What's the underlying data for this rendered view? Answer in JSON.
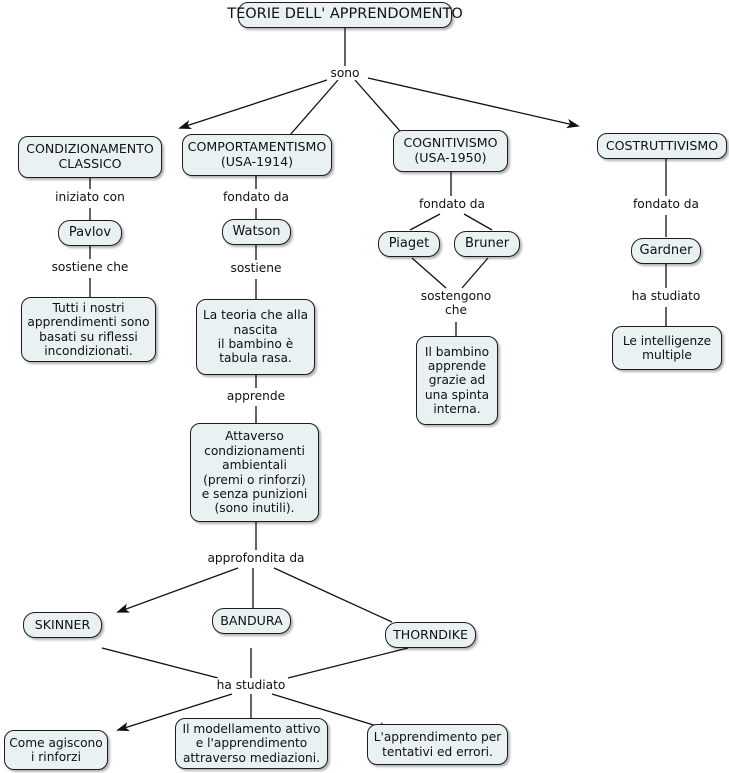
{
  "document": {
    "title": "TEORIE DELL' APPRENDOMENTO",
    "type": "concept-map",
    "language": "it",
    "background_color": "#ffffff",
    "node_fill_color": "#e9f1f3",
    "node_border_color": "#1d1d1d",
    "text_color": "#111111"
  },
  "nodes": {
    "root": "TEORIE DELL' APPRENDOMENTO",
    "condizionamento_classico": "CONDIZIONAMENTO\nCLASSICO",
    "comportamentismo": "COMPORTAMENTISMO\n(USA-1914)",
    "cognitivismo": "COGNITIVISMO\n(USA-1950)",
    "costruttivismo": "COSTRUTTIVISMO",
    "pavlov": "Pavlov",
    "watson": "Watson",
    "piaget": "Piaget",
    "bruner": "Bruner",
    "gardner": "Gardner",
    "riflessi_incondizionati": "Tutti i nostri\napprendimenti sono\nbasati su riflessi\nincondizionati.",
    "tabula_rasa": "La teoria che alla\nnascita\nil bambino è\ntabula rasa.",
    "spinta_interna": "Il bambino\napprende\ngrazie ad\nuna spinta\ninterna.",
    "intelligenze_multiple": "Le intelligenze\nmultiple",
    "condizionamenti_ambientali": "Attaverso\ncondizionamenti\nambientali\n(premi o rinforzi)\ne senza punizioni\n(sono inutili).",
    "skinner": "SKINNER",
    "bandura": "BANDURA",
    "thorndike": "THORNDIKE",
    "come_agiscono": "Come agiscono\ni rinforzi",
    "modellamento": "Il modellamento attivo\ne l'apprendimento\nattraverso mediazioni.",
    "tentativi_errori": "L'apprendimento per\ntentativi ed errori."
  },
  "link_labels": {
    "sono": "sono",
    "iniziato_con": "iniziato con",
    "sostiene_che": "sostiene che",
    "fondato_da_1": "fondato da",
    "sostiene": "sostiene",
    "apprende": "apprende",
    "approfondita_da": "approfondita da",
    "ha_studiato_bottom": "ha studiato",
    "fondato_da_2": "fondato da",
    "sostengono_che": "sostengono\nche",
    "fondato_da_3": "fondato da",
    "ha_studiato_gardner": "ha studiato"
  }
}
